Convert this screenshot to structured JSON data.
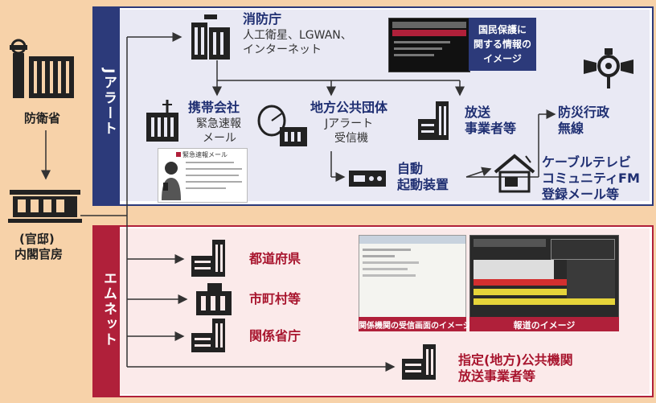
{
  "left": {
    "mod_label": "防衛省",
    "cabinet_label_1": "(官邸)",
    "cabinet_label_2": "内閣官房"
  },
  "jalert": {
    "tab_label": "Jアラート",
    "fdma_title": "消防庁",
    "fdma_sub_1": "人工衛星、LGWAN、",
    "fdma_sub_2": "インターネット",
    "screen_caption_1": "国民保護に",
    "screen_caption_2": "関する情報の",
    "screen_caption_3": "イメージ",
    "mobile_title": "携帯会社",
    "mobile_sub_1": "緊急速報",
    "mobile_sub_2": "メール",
    "local_title": "地方公共団体",
    "local_sub_1": "Jアラート",
    "local_sub_2": "受信機",
    "broadcast_title_1": "放送",
    "broadcast_title_2": "事業者等",
    "disaster_radio_1": "防災行政",
    "disaster_radio_2": "無線",
    "auto_device_1": "自動",
    "auto_device_2": "起動装置",
    "cable_1": "ケーブルテレビ",
    "cable_2": "コミュニティFM",
    "cable_3": "登録メール等",
    "phone_mail_header": "緊急速報メール"
  },
  "emnet": {
    "tab_label": "エムネット",
    "prefecture": "都道府県",
    "municipality": "市町村等",
    "ministries": "関係省庁",
    "designated_1": "指定(地方)公共機関",
    "designated_2": "放送事業者等",
    "caption_receiver": "関係機関の受信画面のイメージ",
    "caption_news": "報道のイメージ"
  },
  "colors": {
    "background": "#f7d2a9",
    "jalert_accent": "#2c3a7a",
    "emnet_accent": "#b0203a",
    "jalert_text": "#1f2f72",
    "emnet_text": "#a8152e"
  }
}
